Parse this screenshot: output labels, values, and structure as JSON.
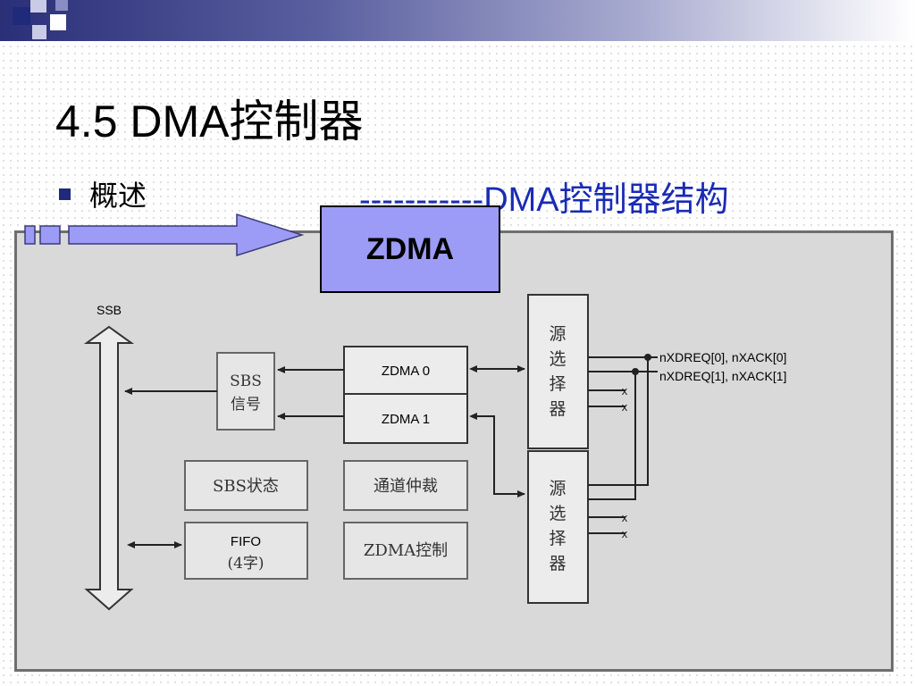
{
  "slide": {
    "title": "4.5  DMA控制器",
    "bullet": "概述",
    "subtitle": "-----------DMA控制器结构",
    "badge": "ZDMA"
  },
  "diagram": {
    "bus_label": "SSB",
    "sbs_signal": "SBS\n信号",
    "zdma0": "ZDMA 0",
    "zdma1": "ZDMA 1",
    "sbs_status": "SBS状态",
    "channel_arbiter": "通道仲裁",
    "fifo_line1": "FIFO",
    "fifo_line2": "(4字)",
    "zdma_control": "ZDMA控制",
    "source_selector_top": "源选择器",
    "source_selector_bottom": "源选择器",
    "req0": "nXDREQ[0], nXACK[0]",
    "req1": "nXDREQ[1], nXACK[1]"
  },
  "colors": {
    "title_blue": "#1a2bb5",
    "badge_fill": "#9c9cf6",
    "arrow_fill": "#9c9cf6",
    "panel_bg": "#d9d9d9"
  }
}
